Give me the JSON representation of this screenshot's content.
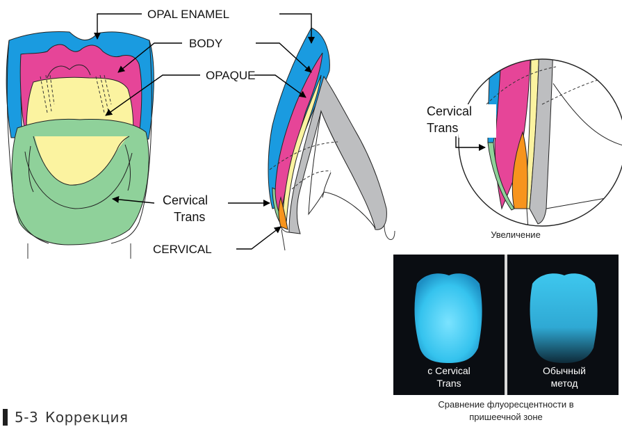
{
  "labels": {
    "opal_enamel": "OPAL ENAMEL",
    "body": "BODY",
    "opaque": "OPAQUE",
    "cervical_trans_line1": "Cervical",
    "cervical_trans_line2": "Trans",
    "cervical": "CERVICAL"
  },
  "magnified": {
    "label_line1": "Cervical",
    "label_line2": "Trans",
    "caption": "Увеличение"
  },
  "photo": {
    "left_line1": "с  Cervical",
    "left_line2": "Trans",
    "right_line1": "Обычный",
    "right_line2": "метод",
    "caption_line1": "Сравнение флуоресцентности в",
    "caption_line2": "пришеечной зоне"
  },
  "section": {
    "number": "5-3",
    "title": "Коррекция"
  },
  "colors": {
    "opal_enamel": "#1a9be0",
    "body": "#e64598",
    "opaque": "#fbf3a0",
    "cervical_trans": "#8fd19a",
    "cervical": "#f7941d",
    "dentin_gray": "#bdbec0",
    "photo_bg": "#0a0d12",
    "photo_tooth": "#3ec7ee"
  }
}
